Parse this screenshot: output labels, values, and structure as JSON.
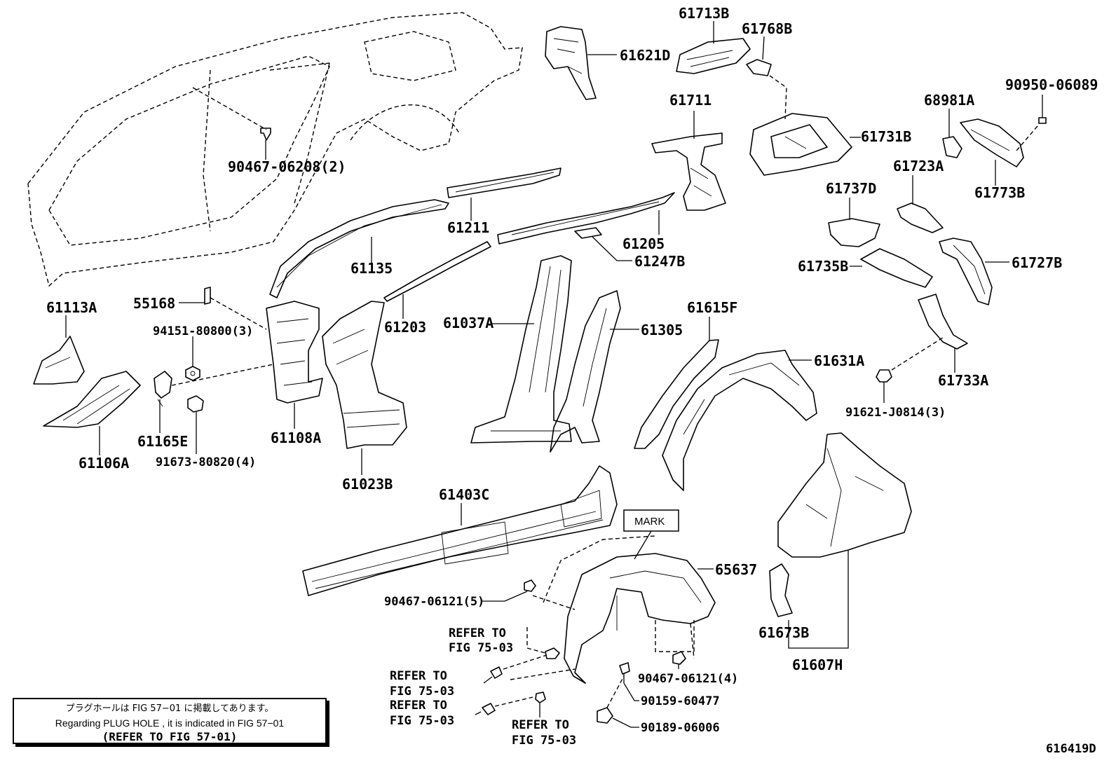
{
  "labels": {
    "l61713B": "61713B",
    "l61768B": "61768B",
    "l61621D": "61621D",
    "l90950": "90950-06089",
    "l68981A": "68981A",
    "l61773B": "61773B",
    "l61711": "61711",
    "l61731B": "61731B",
    "l90467_06208": "90467-06208(2)",
    "l61723A": "61723A",
    "l61737D": "61737D",
    "l61211": "61211",
    "l61205": "61205",
    "l61135": "61135",
    "l61247B": "61247B",
    "l61727B": "61727B",
    "l61735B": "61735B",
    "l61113A": "61113A",
    "l55168": "55168",
    "l94151": "94151-80800(3)",
    "l61203": "61203",
    "l61037A": "61037A",
    "l61305": "61305",
    "l61615F": "61615F",
    "l61631A": "61631A",
    "l61733A": "61733A",
    "l91621": "91621-J0814(3)",
    "l61165E": "61165E",
    "l61108A": "61108A",
    "l61106A": "61106A",
    "l91673": "91673-80820(4)",
    "l61023B": "61023B",
    "l61403C": "61403C",
    "l65637": "65637",
    "l90467_5": "90467-06121(5)",
    "l61673B": "61673B",
    "l61607H": "61607H",
    "l90467_4": "90467-06121(4)",
    "l90159": "90159-60477",
    "l90189": "90189-06006",
    "refer_to": "REFER TO",
    "fig_75_03": "FIG 75-03"
  },
  "mark": "MARK",
  "note": {
    "jp": "プラグホールは FIG 57−01 に掲載してあります。",
    "en": "Regarding  PLUG  HOLE , it is indicated in FIG  57−01",
    "ref": "(REFER TO FIG 57-01)"
  },
  "figure_id": "616419D"
}
